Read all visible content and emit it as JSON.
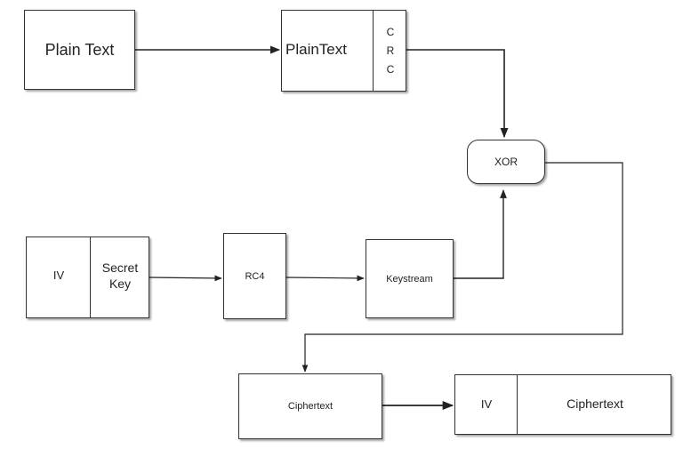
{
  "nodes": {
    "plain_text": "Plain Text",
    "plaintext": "PlainText",
    "crc": [
      "C",
      "R",
      "C"
    ],
    "xor": "XOR",
    "iv": "IV",
    "secret_key": [
      "Secret",
      "Key"
    ],
    "rc4": "RC4",
    "keystream": "Keystream",
    "ciphertext": "Ciphertext",
    "out_iv": "IV",
    "out_ciphertext": "Ciphertext"
  }
}
